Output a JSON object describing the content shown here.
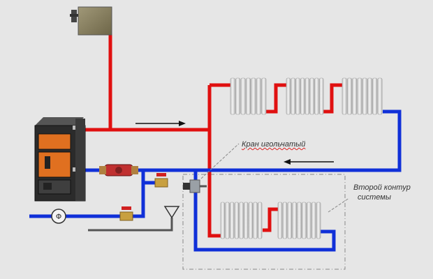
{
  "labels": {
    "needle_valve": "Кран игольчатый",
    "second_circuit_line1": "Второй контур",
    "second_circuit_line2": "системы"
  },
  "symbols": {
    "flow_meter": "Ф"
  },
  "colors": {
    "hot_pipe": "#e01010",
    "cold_pipe": "#1030d8",
    "drain_pipe": "#555555",
    "background": "#e6e6e6",
    "boiler_orange": "#e07020",
    "boiler_body": "#2b2b2b",
    "tank": "#8a8060",
    "pump": "#c03030",
    "valve_handle": "#d02020"
  }
}
